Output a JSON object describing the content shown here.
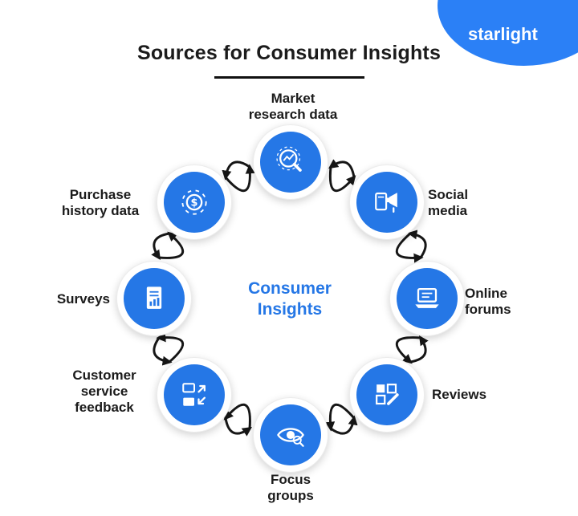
{
  "brand": {
    "name": "starlight"
  },
  "title": "Sources for Consumer Insights",
  "center": {
    "label": "Consumer\nInsights"
  },
  "nodes": [
    {
      "id": "market-research-data",
      "label": "Market\nresearch data",
      "icon": "magnifier-chart-icon"
    },
    {
      "id": "social-media",
      "label": "Social\nmedia",
      "icon": "megaphone-icon"
    },
    {
      "id": "online-forums",
      "label": "Online\nforums",
      "icon": "laptop-icon"
    },
    {
      "id": "reviews",
      "label": "Reviews",
      "icon": "grid-pencil-icon"
    },
    {
      "id": "focus-groups",
      "label": "Focus\ngroups",
      "icon": "eye-magnifier-icon"
    },
    {
      "id": "customer-service-feedback",
      "label": "Customer\nservice\nfeedback",
      "icon": "feedback-docs-icon"
    },
    {
      "id": "surveys",
      "label": "Surveys",
      "icon": "clipboard-chart-icon"
    },
    {
      "id": "purchase-history-data",
      "label": "Purchase\nhistory data",
      "icon": "dollar-gear-icon"
    }
  ],
  "colors": {
    "accent_blue": "#2577e6",
    "badge_blue": "#2b80f6",
    "text_dark": "#1b1b1b",
    "arrow": "#161616"
  }
}
